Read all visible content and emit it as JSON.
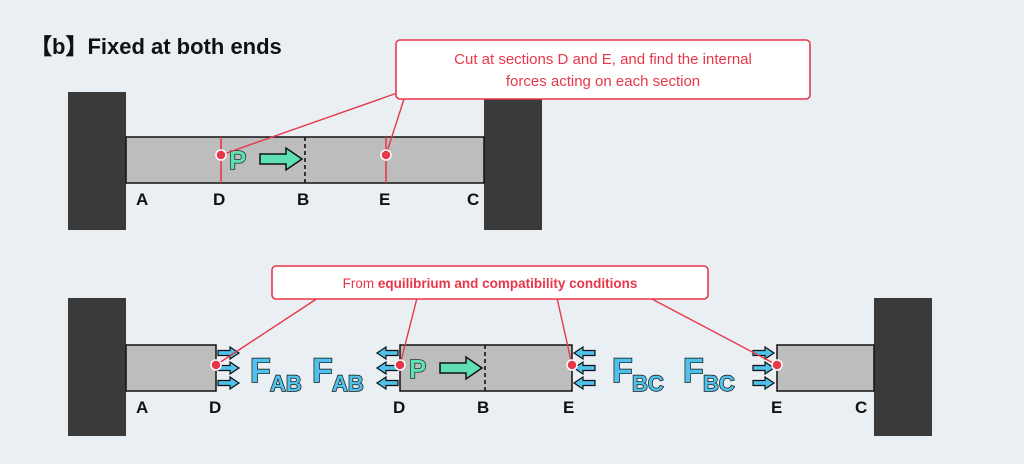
{
  "title": "【b】Fixed at both ends",
  "callout_top": {
    "line1": "Cut at sections D and E, and find the internal",
    "line2": "forces acting on each section"
  },
  "callout_bottom": {
    "prefix": "From ",
    "bold": "equilibrium and compatibility conditions"
  },
  "top_points": {
    "A": "A",
    "D": "D",
    "B": "B",
    "E": "E",
    "C": "C"
  },
  "bottom_points": {
    "left_A": "A",
    "left_D": "D",
    "mid_D": "D",
    "mid_B": "B",
    "mid_E": "E",
    "right_E": "E",
    "right_C": "C"
  },
  "load_label": "P",
  "forces": {
    "ab_main": "F",
    "ab_sub": "AB",
    "bc_main": "F",
    "bc_sub": "BC"
  },
  "colors": {
    "background": "#e9eff2",
    "wall": "#3a3a3a",
    "bar": "#bdbdbd",
    "accent_red": "#e8374a",
    "force_blue": "#4fc1ea",
    "load_green": "#5ee0b4"
  }
}
